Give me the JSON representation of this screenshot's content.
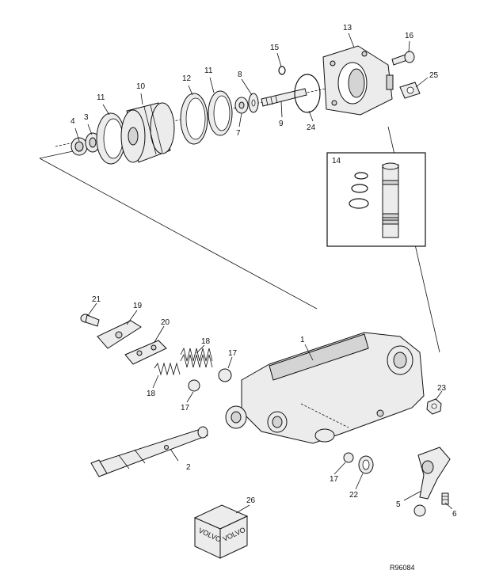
{
  "labels": [
    {
      "id": "p1",
      "text": "1"
    },
    {
      "id": "p2",
      "text": "2"
    },
    {
      "id": "p3",
      "text": "3"
    },
    {
      "id": "p4",
      "text": "4"
    },
    {
      "id": "p5",
      "text": "5"
    },
    {
      "id": "p6",
      "text": "6"
    },
    {
      "id": "p7",
      "text": "7"
    },
    {
      "id": "p8",
      "text": "8"
    },
    {
      "id": "p9",
      "text": "9"
    },
    {
      "id": "p10",
      "text": "10"
    },
    {
      "id": "p11a",
      "text": "11"
    },
    {
      "id": "p11b",
      "text": "11"
    },
    {
      "id": "p12",
      "text": "12"
    },
    {
      "id": "p13",
      "text": "13"
    },
    {
      "id": "p14",
      "text": "14"
    },
    {
      "id": "p15",
      "text": "15"
    },
    {
      "id": "p16",
      "text": "16"
    },
    {
      "id": "p17a",
      "text": "17"
    },
    {
      "id": "p17b",
      "text": "17"
    },
    {
      "id": "p17c",
      "text": "17"
    },
    {
      "id": "p18a",
      "text": "18"
    },
    {
      "id": "p18b",
      "text": "18"
    },
    {
      "id": "p19",
      "text": "19"
    },
    {
      "id": "p20",
      "text": "20"
    },
    {
      "id": "p21",
      "text": "21"
    },
    {
      "id": "p22",
      "text": "22"
    },
    {
      "id": "p23",
      "text": "23"
    },
    {
      "id": "p24",
      "text": "24"
    },
    {
      "id": "p25",
      "text": "25"
    },
    {
      "id": "p26",
      "text": "26"
    }
  ],
  "box_brand": "VOLVO",
  "reference": "R96084"
}
